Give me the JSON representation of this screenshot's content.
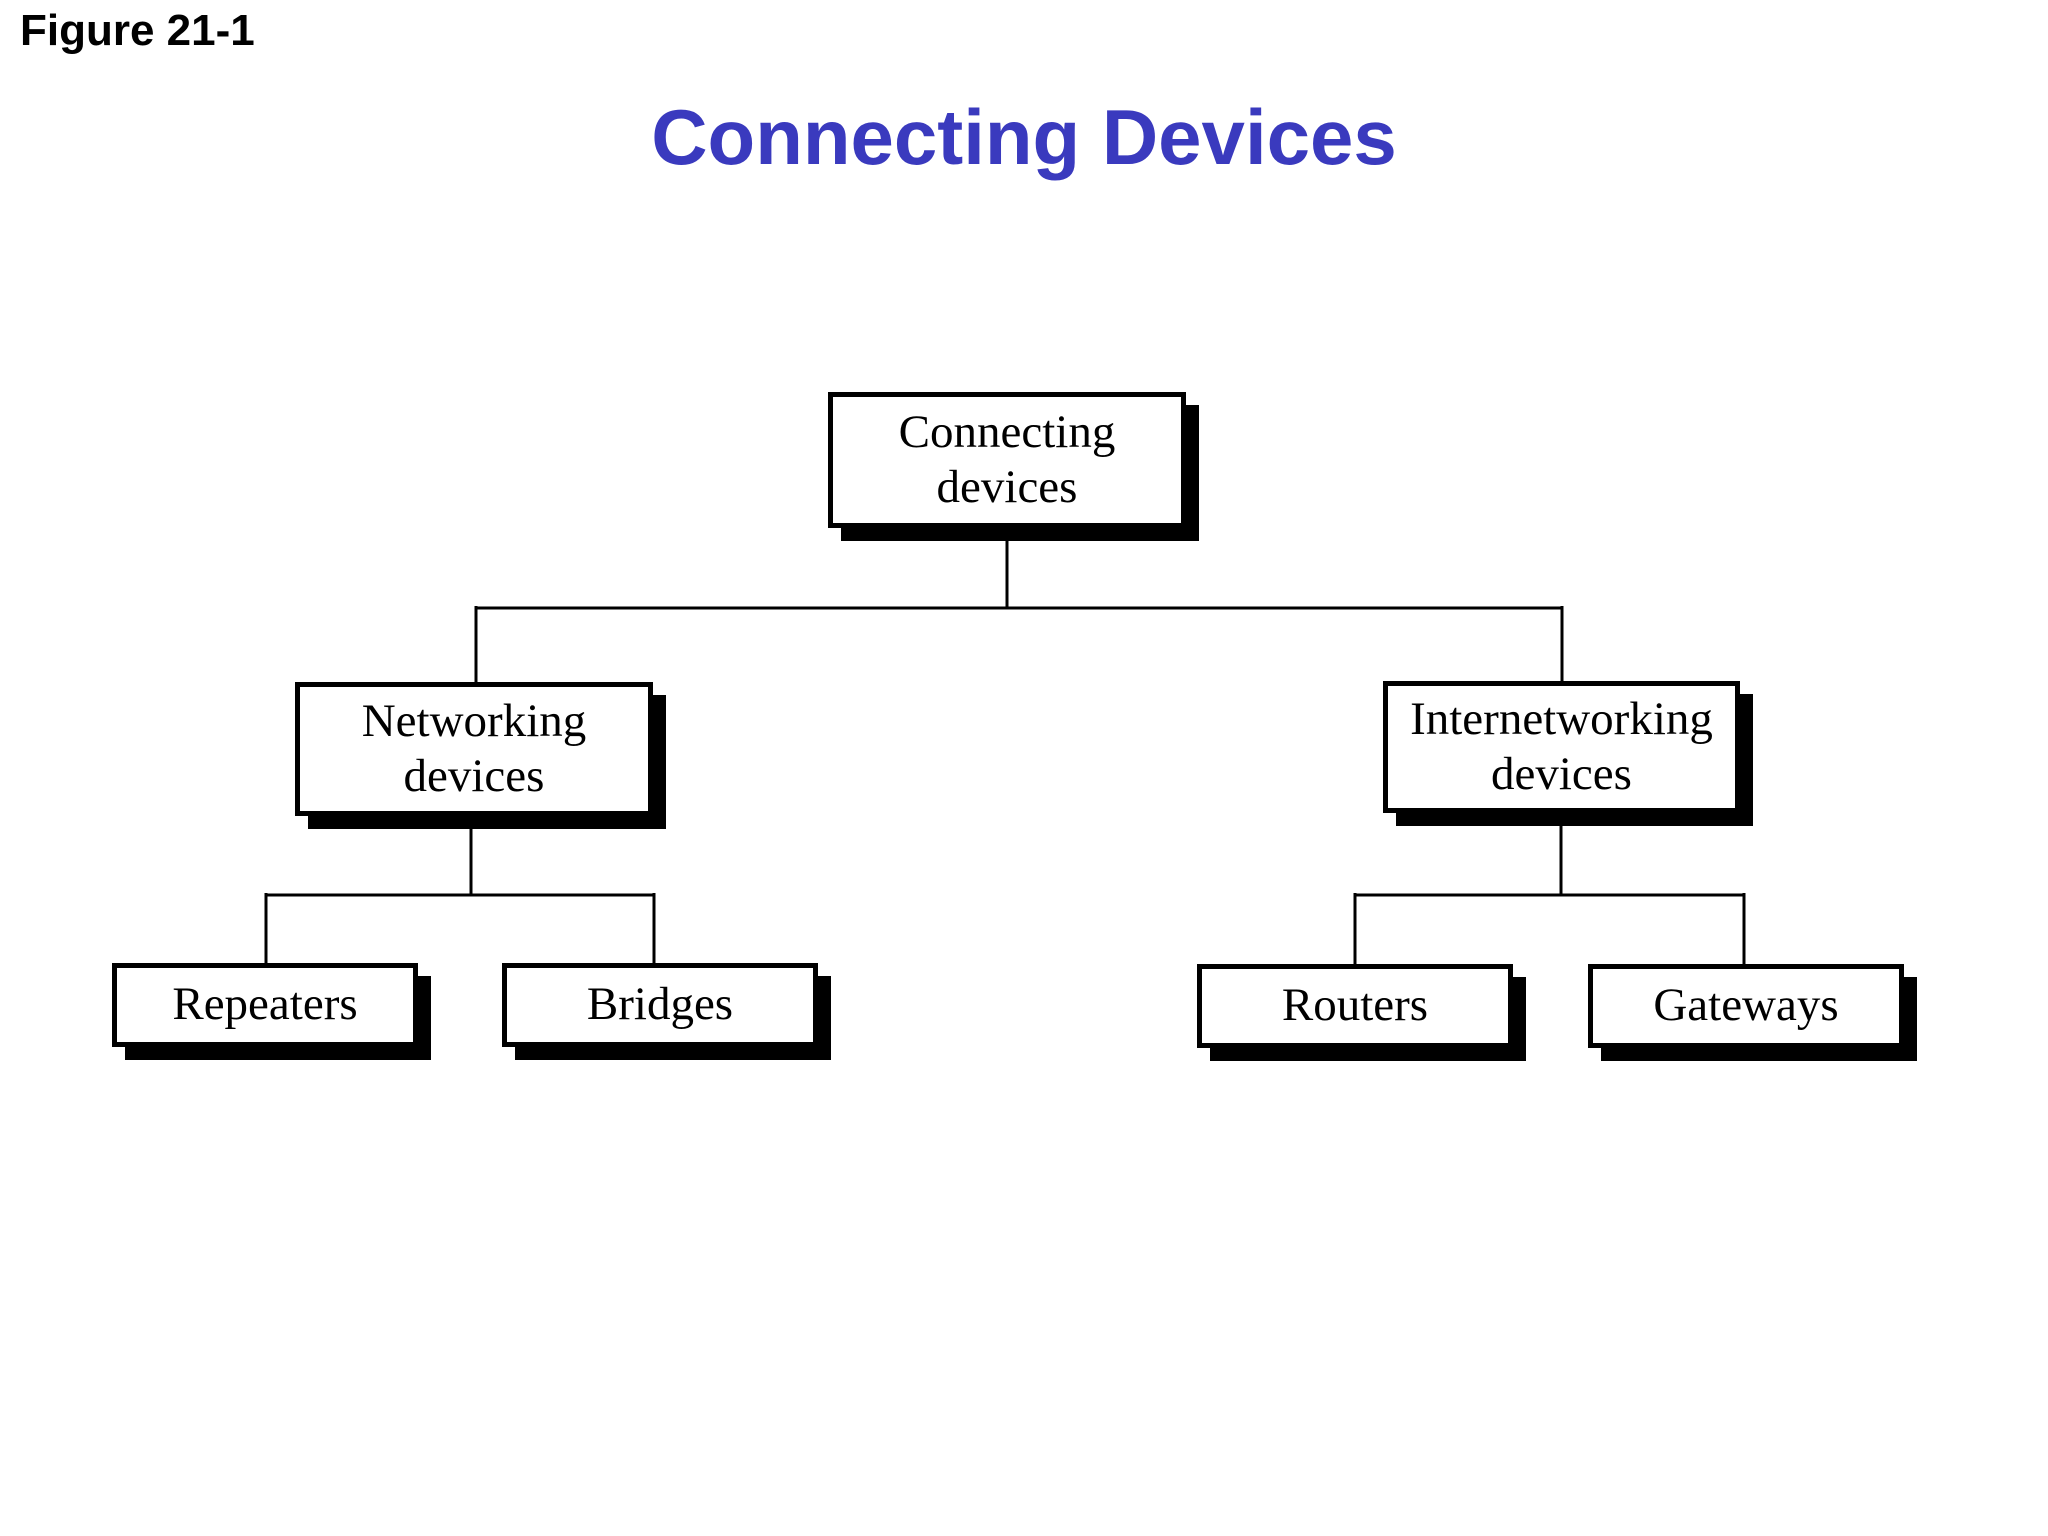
{
  "figure_label": "Figure 21-1",
  "title": "Connecting Devices",
  "colors": {
    "title_blue": "#3A3ABE",
    "box_fill": "#FFFFFF",
    "box_border": "#000000",
    "box_shadow": "#000000",
    "connector": "#000000",
    "background": "#FFFFFF"
  },
  "nodes": [
    {
      "id": "connecting-devices",
      "label": "Connecting\ndevices"
    },
    {
      "id": "networking-devices",
      "label": "Networking\ndevices"
    },
    {
      "id": "internetworking-devices",
      "label": "Internetworking\ndevices"
    },
    {
      "id": "repeaters",
      "label": "Repeaters"
    },
    {
      "id": "bridges",
      "label": "Bridges"
    },
    {
      "id": "routers",
      "label": "Routers"
    },
    {
      "id": "gateways",
      "label": "Gateways"
    }
  ],
  "hierarchy": {
    "Connecting devices": [
      "Networking devices",
      "Internetworking devices"
    ],
    "Networking devices": [
      "Repeaters",
      "Bridges"
    ],
    "Internetworking devices": [
      "Routers",
      "Gateways"
    ]
  }
}
